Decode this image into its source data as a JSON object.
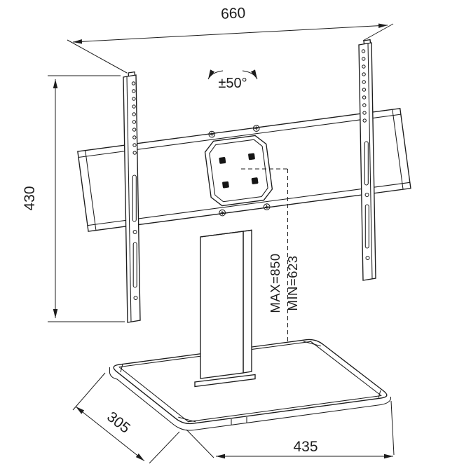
{
  "labels": {
    "overall_width": "660",
    "overall_height": "430",
    "base_depth": "305",
    "base_width": "435",
    "swivel_range": "±50°",
    "height_max": "MAX=850",
    "height_min": "MIN=623"
  },
  "colors": {
    "line": "#1c1c1c",
    "background": "#ffffff"
  }
}
